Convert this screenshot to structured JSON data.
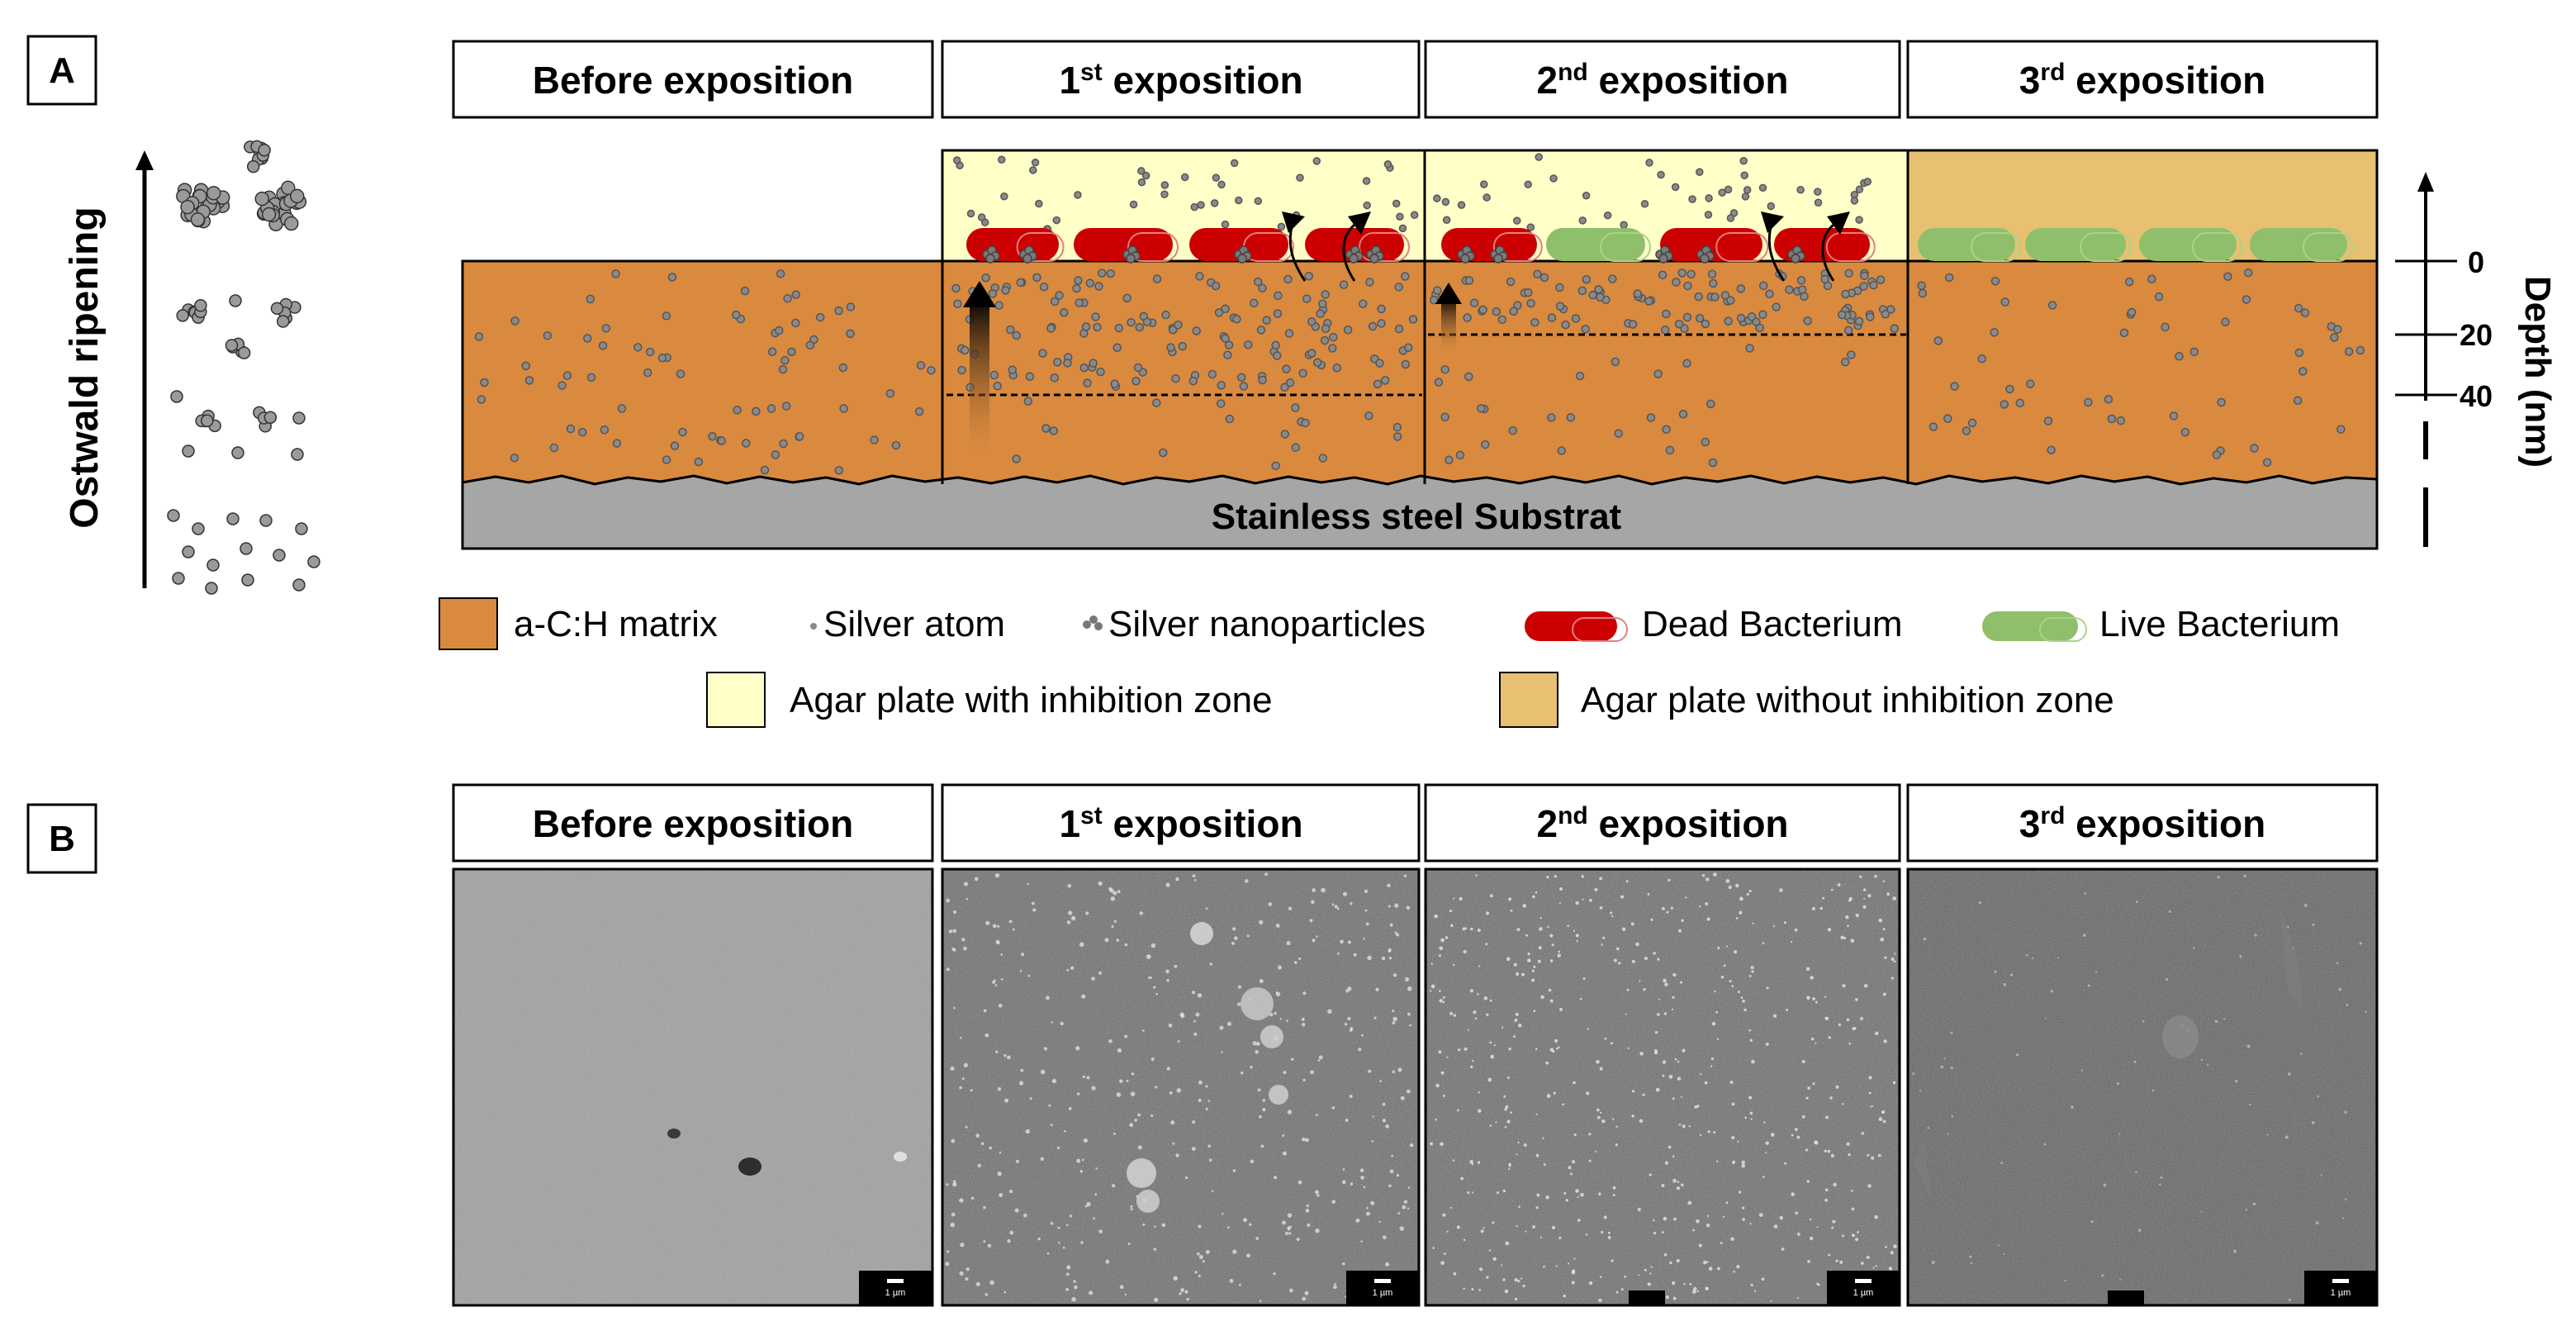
{
  "panel_a": {
    "label": "A",
    "column_headers": [
      {
        "main": "Before exposition",
        "sup": ""
      },
      {
        "main": "1",
        "sup": "st",
        "rest": " exposition"
      },
      {
        "main": "2",
        "sup": "nd",
        "rest": " exposition"
      },
      {
        "main": "3",
        "sup": "rd",
        "rest": " exposition"
      }
    ],
    "ostwald_label": "Ostwald ripening",
    "substrate_label": "Stainless steel Substrat",
    "depth_axis_label": "Depth (nm)",
    "depth_ticks": [
      "0",
      "20",
      "40"
    ]
  },
  "legend": {
    "row1": [
      {
        "key": "matrix",
        "label": "a-C:H matrix",
        "color": "#d98a3f"
      },
      {
        "key": "atom",
        "label": "Silver atom"
      },
      {
        "key": "nanoparticles",
        "label": "Silver nanoparticles"
      },
      {
        "key": "dead",
        "label": "Dead Bacterium",
        "color": "#cc0000"
      },
      {
        "key": "live",
        "label": "Live Bacterium",
        "color": "#8fbf6a"
      }
    ],
    "row2": [
      {
        "key": "agar_inhibition",
        "label": "Agar plate with inhibition zone",
        "color": "#ffffc8"
      },
      {
        "key": "agar_no_inhibition",
        "label": "Agar plate without inhibition zone",
        "color": "#e8c072"
      }
    ]
  },
  "panel_b": {
    "label": "B",
    "column_headers": [
      {
        "main": "Before exposition",
        "sup": ""
      },
      {
        "main": "1",
        "sup": "st",
        "rest": " exposition"
      },
      {
        "main": "2",
        "sup": "nd",
        "rest": " exposition"
      },
      {
        "main": "3",
        "sup": "rd",
        "rest": " exposition"
      }
    ],
    "scale_bar_label": "1 µm"
  },
  "colors": {
    "matrix": "#d98a3f",
    "substrate": "#a6a6a6",
    "agar_inhibition": "#ffffc8",
    "agar_no_inhibition": "#e8c072",
    "dead": "#cc0000",
    "live": "#8fbf6a",
    "particle": "#8a8a8a"
  }
}
